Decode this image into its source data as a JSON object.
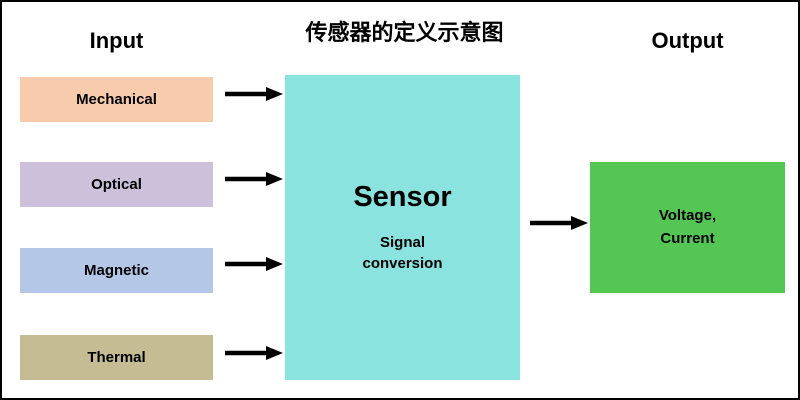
{
  "title": "传感器的定义示意图",
  "input_column": {
    "header": "Input",
    "items": [
      {
        "label": "Mechanical",
        "color": "#F8CBAD"
      },
      {
        "label": "Optical",
        "color": "#CCC0DA"
      },
      {
        "label": "Magnetic",
        "color": "#B4C7E7"
      },
      {
        "label": "Thermal",
        "color": "#C6BC94"
      }
    ]
  },
  "sensor": {
    "title": "Sensor",
    "subtitle": "Signal\nconversion",
    "color": "#8BE3DF"
  },
  "output_column": {
    "header": "Output",
    "box_label": "Voltage,\nCurrent",
    "box_color": "#54C654"
  },
  "icons": {
    "arrow_right": "→"
  },
  "colors": {
    "page_border": "#000000",
    "background": "#FFFFFF",
    "text": "#000000",
    "arrow": "#000000"
  }
}
